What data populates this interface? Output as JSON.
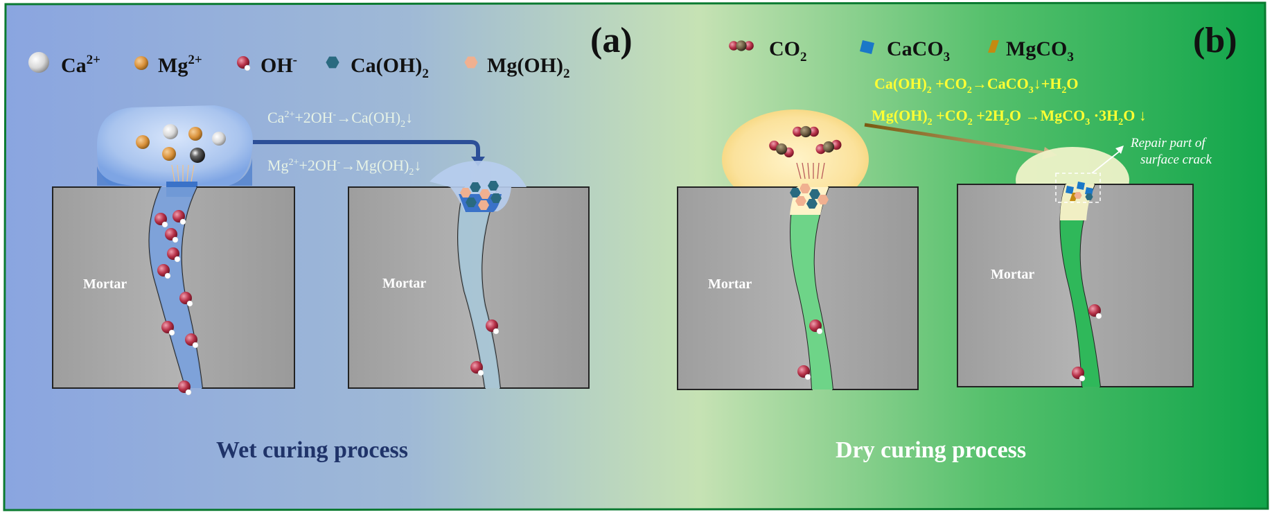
{
  "panels": {
    "a": {
      "label": "(a)",
      "title": "Wet curing process",
      "legend": {
        "ca": {
          "base": "Ca",
          "sup": "2+"
        },
        "mg": {
          "base": "Mg",
          "sup": "2+"
        },
        "oh": {
          "base": "OH",
          "sup": "-"
        },
        "caoh": {
          "base": "Ca(OH)",
          "sub": "2"
        },
        "mgoh": {
          "base": "Mg(OH)",
          "sub": "2"
        }
      },
      "reaction1": {
        "p1": "Ca",
        "s1": "2+",
        "p2": "+2OH",
        "s2": "-",
        "p3": "→Ca(OH)",
        "s3": "2",
        "p4": "↓"
      },
      "reaction2": {
        "p1": "Mg",
        "s1": "2+",
        "p2": "+2OH",
        "s2": "-",
        "p3": "→Mg(OH)",
        "s3": "2",
        "p4": "↓"
      },
      "mortar_left": "Mortar",
      "mortar_right": "Mortar"
    },
    "b": {
      "label": "(b)",
      "title": "Dry curing process",
      "legend": {
        "co2": {
          "base": "CO",
          "sub": "2"
        },
        "caco3": {
          "base": "CaCO",
          "sub": "3"
        },
        "mgco3": {
          "base": "MgCO",
          "sub": "3"
        }
      },
      "reaction1": {
        "p1": "Ca(OH)",
        "s1": "2",
        "p2": " +CO",
        "s2": "2",
        "p3": "→CaCO",
        "s3": "3",
        "p4": "↓+H",
        "s4": "2",
        "p5": "O"
      },
      "reaction2": {
        "p1": "Mg(OH)",
        "s1": "2",
        "p2": " +CO",
        "s2": "2",
        "p3": " +2H",
        "s3": "2",
        "p4": "O →MgCO",
        "s4": "3",
        "p5": " ·3H",
        "s5": "2",
        "p6": "O ↓"
      },
      "annotation_line1": "Repair part of",
      "annotation_line2": "surface crack",
      "mortar_left": "Mortar",
      "mortar_right": "Mortar"
    }
  },
  "colors": {
    "bg_left": "#8aa6df",
    "bg_mid": "#c7e3b0",
    "bg_right": "#13a84a",
    "mortar": "#a9a9a9",
    "title_a": "#1f3369",
    "title_b": "#ffffff",
    "reaction_b": "#ffff33",
    "reaction_a": "#e8f3e8",
    "oh_sphere": "#b8334a",
    "ca_sphere": "#e8e8e8",
    "mg_sphere": "#d9913a",
    "caoh_hex": "#2a6a80",
    "mgoh_hex": "#f0b090",
    "caco3": "#1a78c8",
    "mgco3": "#c48a10",
    "co2_c": "#6a5a40",
    "co2_o": "#a8303c"
  }
}
